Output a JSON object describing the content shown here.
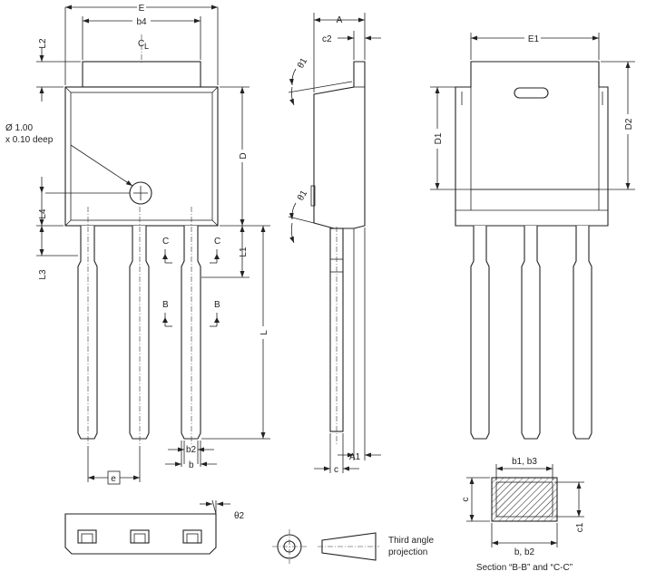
{
  "labels": {
    "E": "E",
    "b4": "b4",
    "CL": "C",
    "CL_sub": "L",
    "L2": "L2",
    "hole_line1": "Ø 1.00",
    "hole_line2": "x 0.10 deep",
    "D": "D",
    "L4": "L4",
    "L1": "L1",
    "L3": "L3",
    "L": "L",
    "C": "C",
    "B": "B",
    "b2": "b2",
    "b": "b",
    "e": "e",
    "A": "A",
    "c2": "c2",
    "theta1": "θ1",
    "A1": "A1",
    "c": "c",
    "E1": "E1",
    "D1": "D1",
    "D2": "D2",
    "theta2": "θ2",
    "b1b3": "b1, b3",
    "c1": "c1",
    "bb2": "b, b2",
    "section_caption": "Section “B-B” and “C-C”",
    "projection_line1": "Third angle",
    "projection_line2": "projection"
  }
}
